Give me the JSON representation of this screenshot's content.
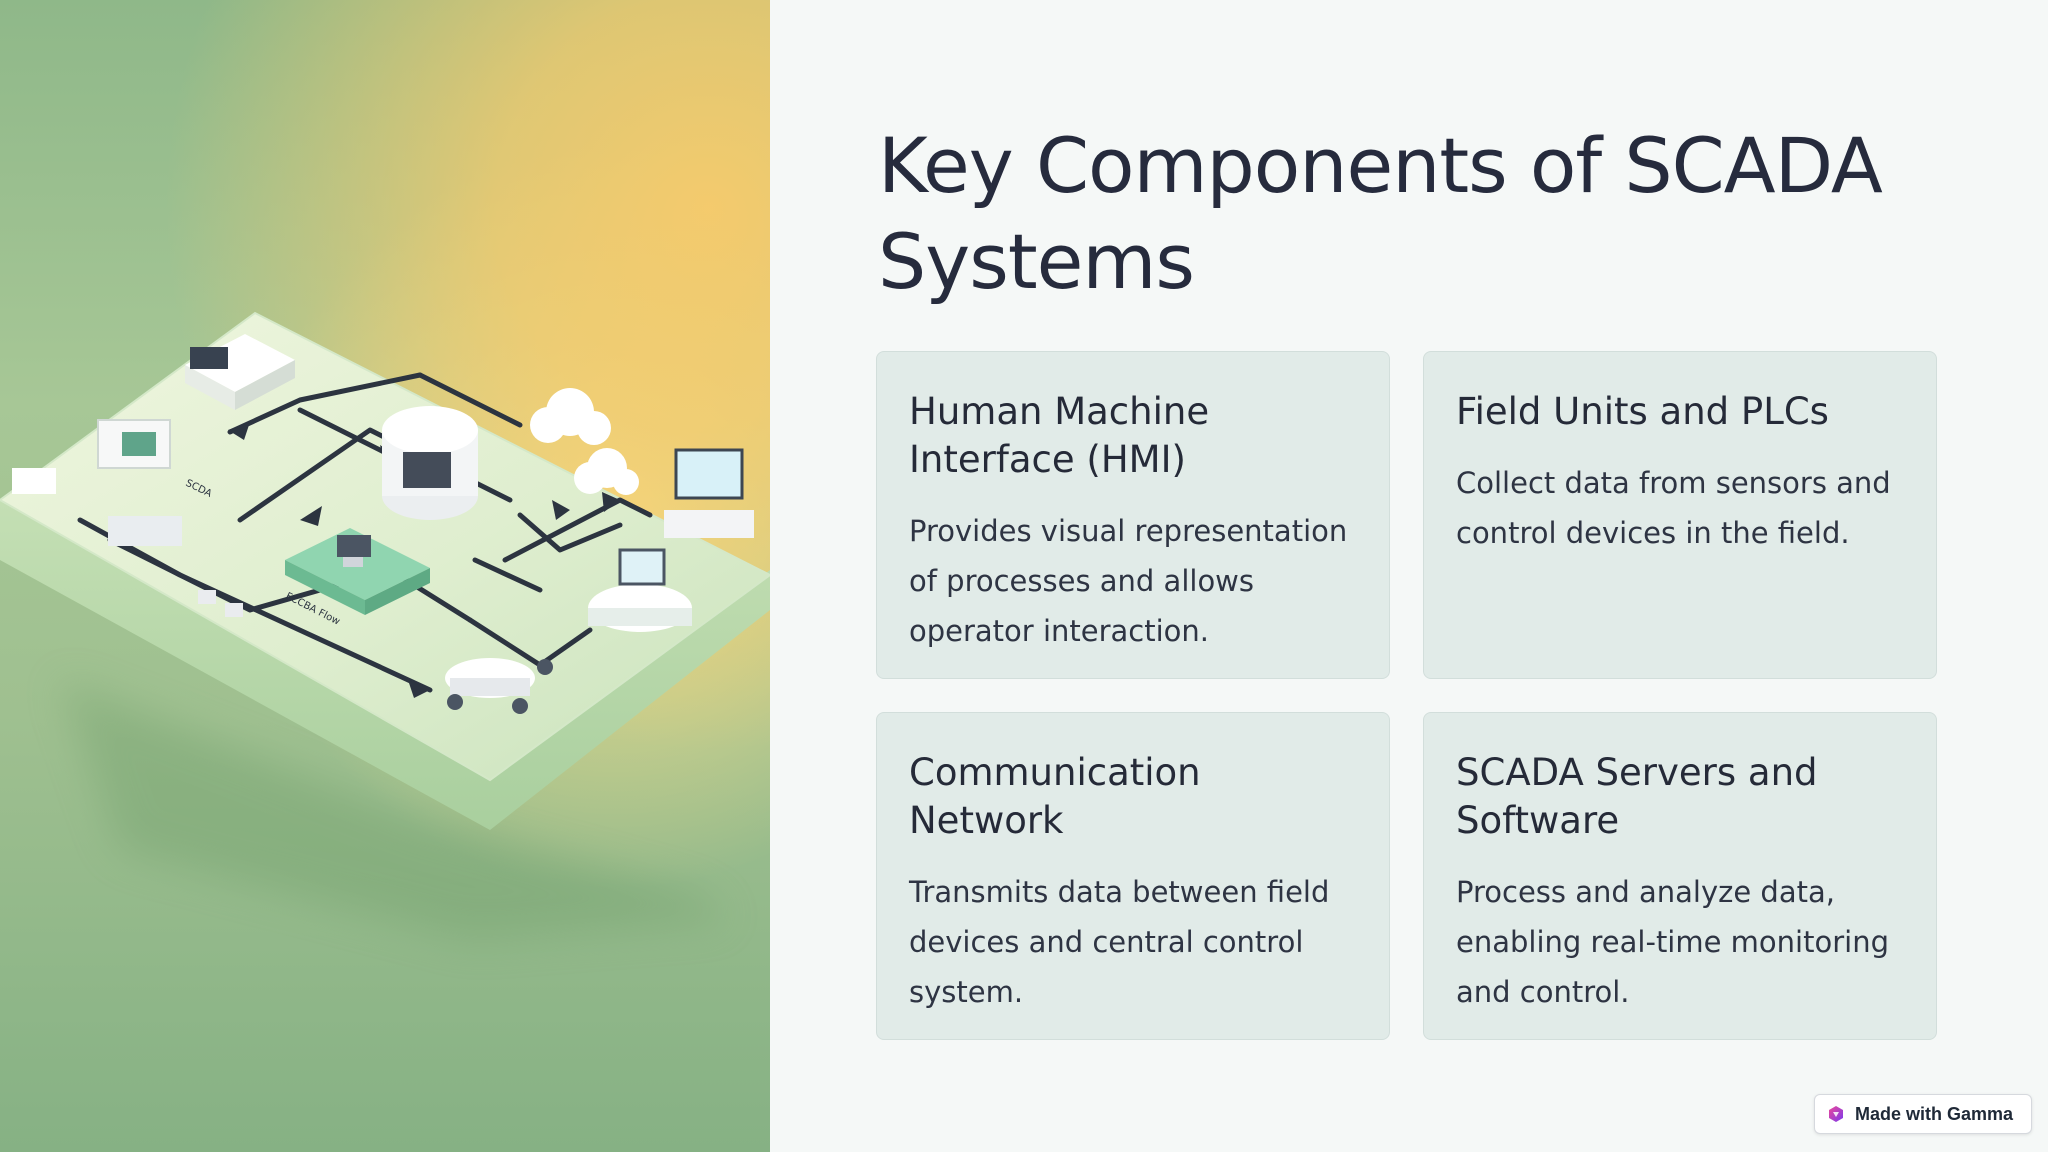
{
  "slide": {
    "title": "Key Components of SCADA Systems"
  },
  "illustration": {
    "platform_labels": [
      "SCDA",
      "FCCBA Flow"
    ]
  },
  "cards": [
    {
      "title": "Human Machine Interface (HMI)",
      "text": "Provides visual representation of processes and allows operator interaction."
    },
    {
      "title": "Field Units and PLCs",
      "text": "Collect data from sensors and control devices in the field."
    },
    {
      "title": "Communication Network",
      "text": "Transmits data between field devices and central control system."
    },
    {
      "title": "SCADA Servers and Software",
      "text": "Process and analyze data, enabling real-time monitoring and control."
    }
  ],
  "badge": {
    "label": "Made with Gamma",
    "icon": "gamma-logo-icon"
  }
}
